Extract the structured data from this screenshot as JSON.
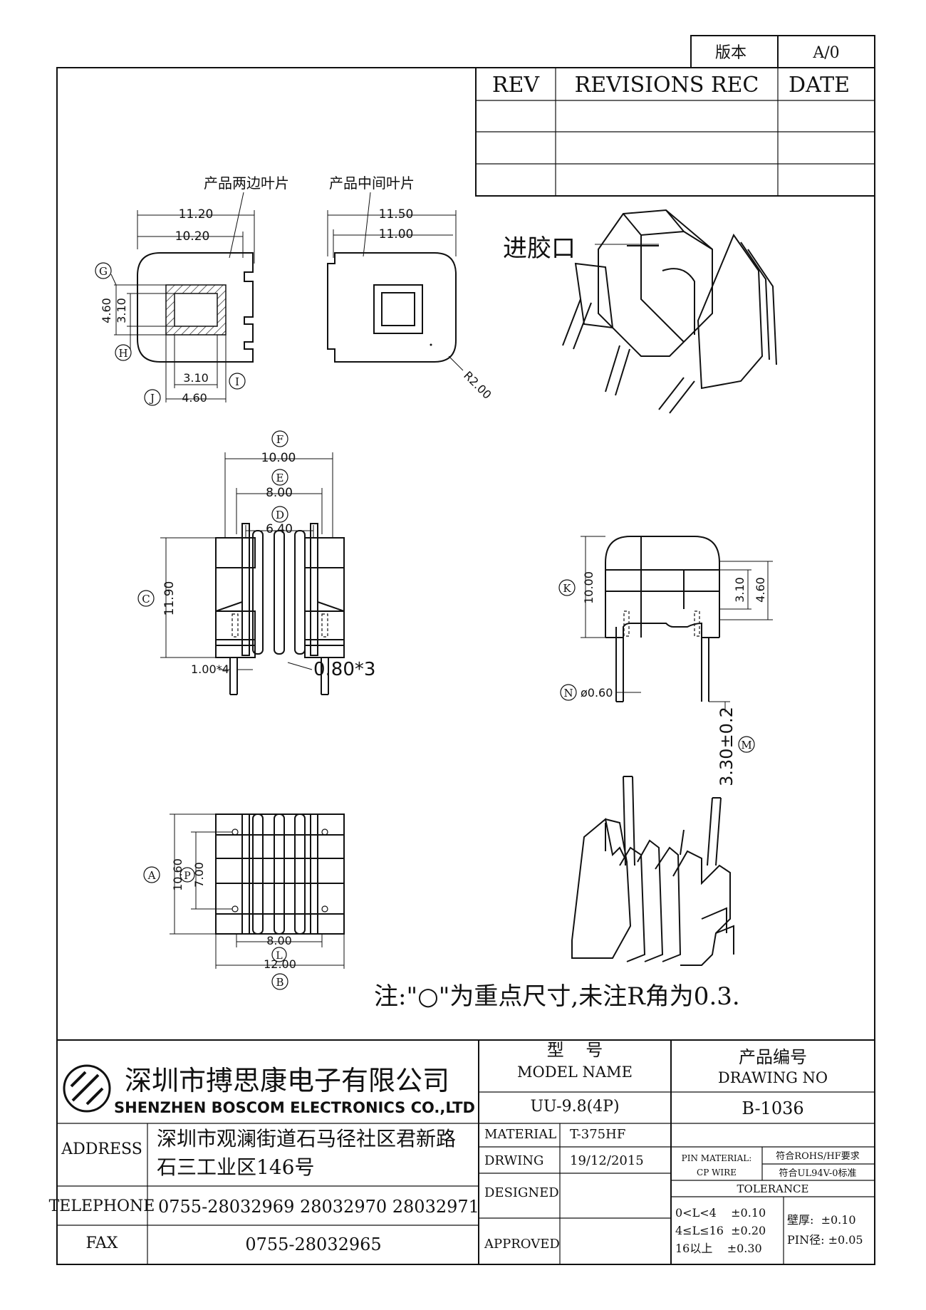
{
  "version": {
    "label": "版本",
    "value": "A/0"
  },
  "revisions": {
    "rev_header": "REV",
    "rec_header": "REVISIONS REC",
    "date_header": "DATE"
  },
  "views": {
    "side_leaf_label": "产品两边叶片",
    "middle_leaf_label": "产品中间叶片",
    "gate_label": "进胶口",
    "dims": {
      "w1120": "11.20",
      "w1020": "10.20",
      "h460": "4.60",
      "h310": "3.10",
      "b310": "3.10",
      "b460": "4.60",
      "w1150": "11.50",
      "w1100": "11.00",
      "r200": "R2.00",
      "f1000": "10.00",
      "e800": "8.00",
      "d640": "6.40",
      "c1190": "11.90",
      "p100x4": "1.00*4",
      "p080x3": "0.80*3",
      "k1000": "10.00",
      "k310": "3.10",
      "k460": "4.60",
      "n060": "ø0.60",
      "m330": "3.30±0.2",
      "a1060": "10.60",
      "p700": "7.00",
      "l800": "8.00",
      "b1200": "12.00"
    },
    "markers": {
      "G": "G",
      "H": "H",
      "I": "I",
      "J": "J",
      "F": "F",
      "E": "E",
      "D": "D",
      "C": "C",
      "K": "K",
      "N": "N",
      "M": "M",
      "A": "A",
      "P": "P",
      "L": "L",
      "B": "B"
    },
    "note": "注:\"○\"为重点尺寸,未注R角为0.3."
  },
  "title_block": {
    "company_cn": "深圳市搏思康电子有限公司",
    "company_en": "SHENZHEN BOSCOM ELECTRONICS CO.,LTD",
    "model_label_cn": "型    号",
    "model_label_en": "MODEL NAME",
    "model_value": "UU-9.8(4P)",
    "drawing_label_cn": "产品编号",
    "drawing_label_en": "DRAWING NO",
    "drawing_value": "B-1036",
    "address_label": "ADDRESS",
    "address_line1": "深圳市观澜街道石马径社区君新路",
    "address_line2": "石三工业区146号",
    "telephone_label": "TELEPHONE",
    "telephone_value": "0755-28032969 28032970 28032971",
    "fax_label": "FAX",
    "fax_value": "0755-28032965",
    "material_label": "MATERIAL",
    "material_value": "T-375HF",
    "drwing_label": "DRWING",
    "drwing_value": "19/12/2015",
    "designed_label": "DESIGNED",
    "approved_label": "APPROVED",
    "pin_material_label": "PIN MATERIAL:",
    "pin_material_value": "符合ROHS/HF要求",
    "cp_wire_label": "CP WIRE",
    "cp_wire_value": "符合UL94V-0标准",
    "tolerance_label": "TOLERANCE",
    "tol1": "0<L<4    ±0.10",
    "tol2": "4≤L≤16  ±0.20",
    "tol3": "16以上    ±0.30",
    "wall_tol": "壁厚:  ±0.10",
    "pin_tol": "PIN径: ±0.05"
  }
}
